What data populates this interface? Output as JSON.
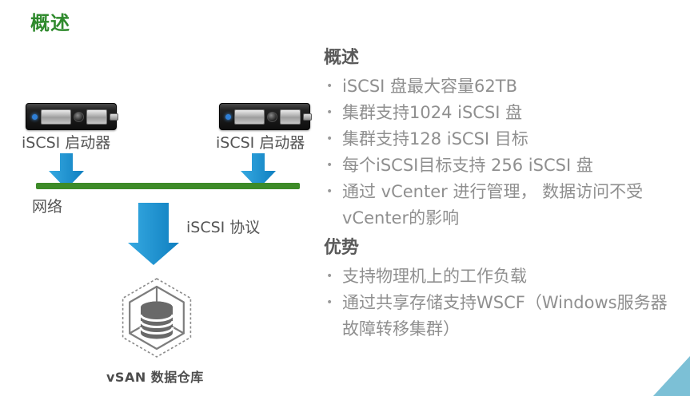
{
  "slide": {
    "title": "概述"
  },
  "ui": {
    "bullet_glyph": "•"
  },
  "diagram": {
    "initiators": [
      {
        "label": "iSCSI 启动器"
      },
      {
        "label": "iSCSI 启动器"
      }
    ],
    "network_label": "网络",
    "protocol_label": "iSCSI 协议",
    "datastore_label": "vSAN 数据仓库"
  },
  "panel": {
    "sections": [
      {
        "heading": "概述",
        "bullets": [
          "iSCSI 盘最大容量62TB",
          "集群支持1024 iSCSI 盘",
          "集群支持128 iSCSI 目标",
          "每个iSCSI目标支持 256 iSCSI 盘",
          "通过 vCenter 进行管理， 数据访问不受vCenter的影响"
        ]
      },
      {
        "heading": "优势",
        "bullets": [
          "支持物理机上的工作负载",
          "通过共享存储支持WSCF（Windows服务器故障转移集群）"
        ]
      }
    ]
  },
  "colors": {
    "title_green": "#2f8a2d",
    "network_bar_green": "#3d8b28",
    "arrow_blue": "#1e96d4",
    "heading_gray": "#595959",
    "body_text_gray": "#8f8f8f",
    "label_gray": "#545454",
    "icon_gray": "#7d7d7d",
    "corner_teal": "#7cc0d6"
  }
}
